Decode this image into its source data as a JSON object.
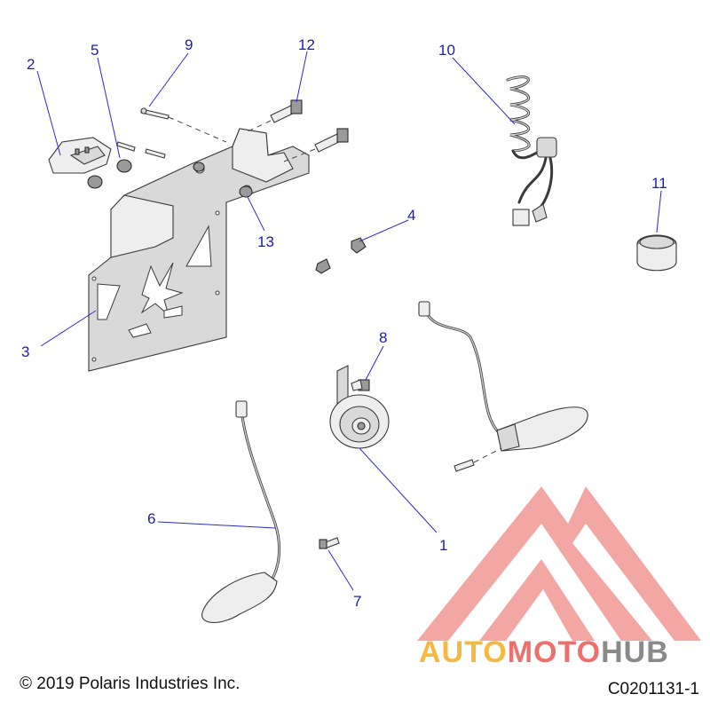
{
  "callouts": [
    {
      "id": "1",
      "label": "1"
    },
    {
      "id": "2",
      "label": "2"
    },
    {
      "id": "3",
      "label": "3"
    },
    {
      "id": "4",
      "label": "4"
    },
    {
      "id": "5",
      "label": "5"
    },
    {
      "id": "6",
      "label": "6"
    },
    {
      "id": "7",
      "label": "7"
    },
    {
      "id": "8",
      "label": "8"
    },
    {
      "id": "9",
      "label": "9"
    },
    {
      "id": "10",
      "label": "10"
    },
    {
      "id": "11",
      "label": "11"
    },
    {
      "id": "12",
      "label": "12"
    },
    {
      "id": "13",
      "label": "13"
    }
  ],
  "footer": {
    "copyright": "© 2019 Polaris Industries Inc.",
    "diagram_id": "C0201131-1"
  },
  "watermark": {
    "text_part1": "AUTO",
    "text_part2": "MOTO",
    "text_part3": "HUB",
    "color_1": "#f5b942",
    "color_2": "#ef6f6c",
    "color_3": "#8a8a8a",
    "triangle_color": "#ef6f6c"
  },
  "colors": {
    "callout": "#1a1ab8",
    "leader": "#2a2ad0"
  }
}
